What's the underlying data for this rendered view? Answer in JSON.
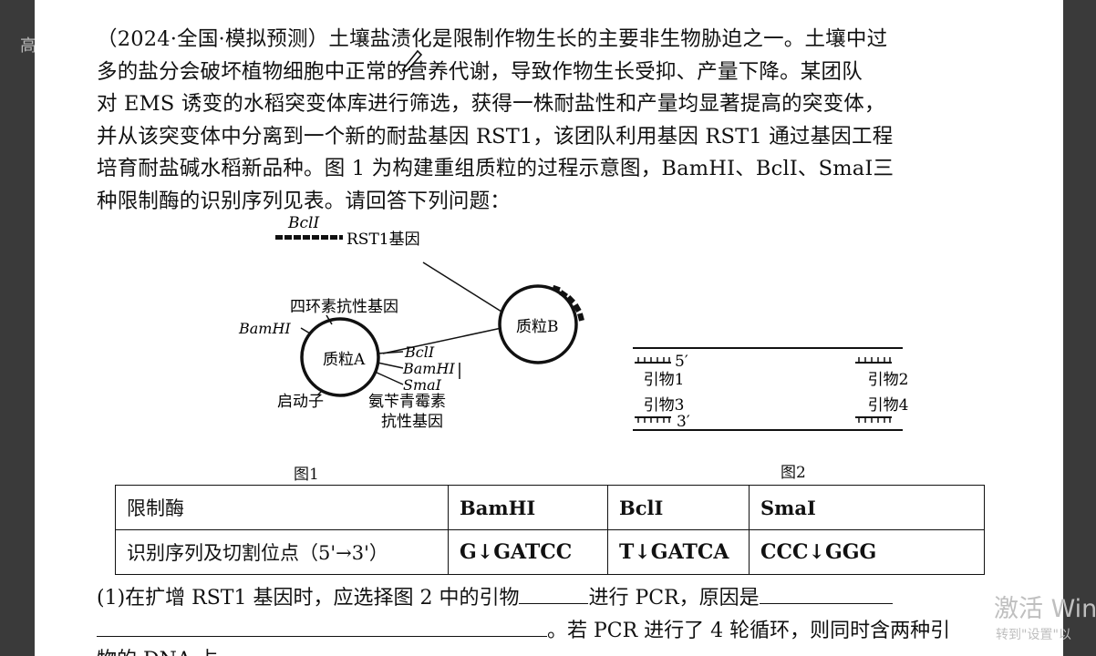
{
  "watermark_left": "高",
  "question": {
    "lines": [
      "（2024·全国·模拟预测）土壤盐渍化是限制作物生长的主要非生物胁迫之一。土壤中过",
      "多的盐分会破坏植物细胞中正常的营养代谢，导致作物生长受抑、产量下降。某团队",
      "对 EMS 诱变的水稻突变体库进行筛选，获得一株耐盐性和产量均显著提高的突变体，",
      "并从该突变体中分离到一个新的耐盐基因 RST1，该团队利用基因 RST1 通过基因工程",
      "培育耐盐碱水稻新品种。图 1 为构建重组质粒的过程示意图，BamHI、BclI、SmaI三",
      "种限制酶的识别序列见表。请回答下列问题："
    ]
  },
  "figure1": {
    "caption": "图1",
    "gene_enzyme": "BclⅠ",
    "gene_label": "RST1基因",
    "plasmid_a": "质粒A",
    "plasmid_b": "质粒B",
    "tet_gene": "四环素抗性基因",
    "bamhi_left": "BamHⅠ",
    "bcli_right": "BclⅠ",
    "bamhi_right": "BamHⅠ",
    "smai_right": "SmaⅠ",
    "promoter": "启动子",
    "amp_gene_1": "氨苄青霉素",
    "amp_gene_2": "抗性基因"
  },
  "figure2": {
    "caption": "图2",
    "end_5": "5′",
    "end_3": "3′",
    "primer1": "引物1",
    "primer2": "引物2",
    "primer3": "引物3",
    "primer4": "引物4"
  },
  "table": {
    "headers": [
      "限制酶",
      "BamHI",
      "BclI",
      "SmaI"
    ],
    "row": [
      "识别序列及切割位点（5'→3'）",
      "G↓GATCC",
      "T↓GATCA",
      "CCC↓GGG"
    ]
  },
  "q1": {
    "part_a": "(1)在扩增 RST1 基因时，应选择图 2 中的引物",
    "part_b": "进行 PCR，原因是",
    "part_c": "。若 PCR 进行了 4 轮循环，则同时含两种引",
    "part_d": "物的 DNA 占"
  },
  "activation": {
    "title": "激活 Win",
    "sub": "转到\"设置\"以"
  }
}
